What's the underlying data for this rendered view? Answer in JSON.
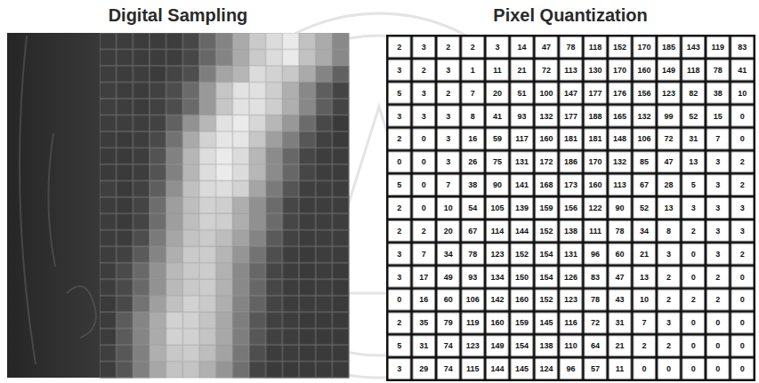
{
  "diagram": {
    "labels": [
      "Digital Sampling",
      "Pixel Quantization",
      "2",
      "3",
      "2",
      "2",
      "3",
      "14",
      "47",
      "78",
      "118",
      "152",
      "170",
      "185",
      "143",
      "119",
      "83",
      "3",
      "2",
      "3",
      "1",
      "11",
      "21",
      "72",
      "113",
      "130",
      "170",
      "160",
      "149",
      "118",
      "78",
      "41",
      "5",
      "3",
      "2",
      "7",
      "20",
      "51",
      "100",
      "147",
      "177",
      "176",
      "156",
      "123",
      "82",
      "38",
      "10",
      "3",
      "3",
      "3",
      "8",
      "41",
      "93",
      "132",
      "177",
      "188",
      "165",
      "132",
      "99",
      "52",
      "15",
      "0",
      "2",
      "0",
      "3",
      "16",
      "59",
      "117",
      "160",
      "181",
      "181",
      "148",
      "106",
      "72",
      "31",
      "7",
      "0",
      "0",
      "0",
      "3",
      "26",
      "75",
      "131",
      "172",
      "186",
      "170",
      "132",
      "85",
      "47",
      "13",
      "3",
      "2",
      "5",
      "0",
      "7",
      "38",
      "90",
      "141",
      "168",
      "173",
      "160",
      "113",
      "67",
      "28",
      "5",
      "3",
      "2",
      "2",
      "0",
      "10",
      "54",
      "105",
      "139",
      "159",
      "156",
      "122",
      "90",
      "52",
      "13",
      "3",
      "3",
      "3",
      "2",
      "2",
      "20",
      "67",
      "114",
      "144",
      "152",
      "138",
      "111",
      "78",
      "34",
      "8",
      "2",
      "3",
      "3",
      "3",
      "7",
      "34",
      "78",
      "123",
      "152",
      "154",
      "131",
      "96",
      "60",
      "21",
      "3",
      "0",
      "3",
      "2",
      "3",
      "17",
      "49",
      "93",
      "134",
      "150",
      "154",
      "126",
      "83",
      "47",
      "13",
      "2",
      "0",
      "2",
      "0",
      "0",
      "16",
      "60",
      "106",
      "142",
      "160",
      "152",
      "123",
      "78",
      "43",
      "10",
      "2",
      "2",
      "2",
      "0",
      "2",
      "35",
      "79",
      "119",
      "160",
      "159",
      "145",
      "116",
      "72",
      "31",
      "7",
      "3",
      "0",
      "0",
      "0",
      "5",
      "31",
      "74",
      "123",
      "149",
      "154",
      "138",
      "110",
      "64",
      "21",
      "2",
      "2",
      "0",
      "0",
      "0",
      "3",
      "29",
      "74",
      "115",
      "144",
      "145",
      "124",
      "96",
      "57",
      "11",
      "0",
      "0",
      "0",
      "0",
      "0"
    ]
  }
}
